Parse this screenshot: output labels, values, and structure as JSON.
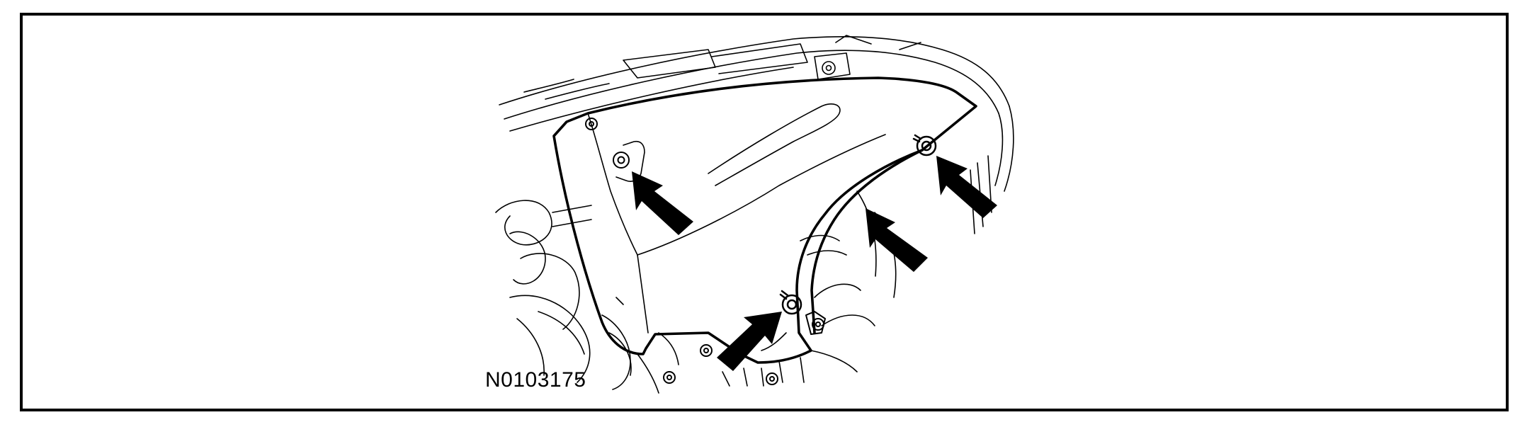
{
  "figure": {
    "id_label": "N0103175"
  },
  "colors": {
    "line": "#000000",
    "background": "#ffffff",
    "arrow": "#000000"
  },
  "callouts": [
    {
      "target": "fastener-upper-left"
    },
    {
      "target": "fastener-upper-right"
    },
    {
      "target": "shield-edge-retainer"
    },
    {
      "target": "fastener-lower"
    }
  ]
}
